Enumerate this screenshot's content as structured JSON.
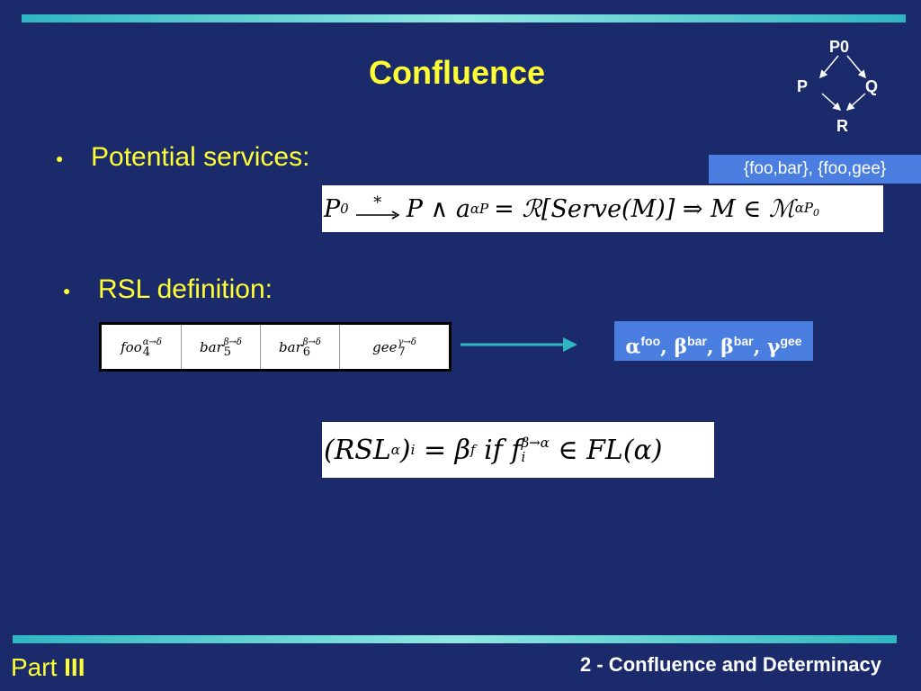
{
  "slide": {
    "title": "Confluence",
    "bullet1": "Potential services:",
    "bullet2": "RSL definition:",
    "bullet_glyph": "●"
  },
  "diagram": {
    "top": "P0",
    "left": "P",
    "right": "Q",
    "bottom": "R"
  },
  "set_box": "{foo,bar}, {foo,gee}",
  "formula1": {
    "p0": "P",
    "p0_sub": "0",
    "arrow_star": "*",
    "rest": "P ∧ a",
    "a_sub": "αP",
    "eq": "= ℛ[Serve(M)] ⇒ M ∈ ℳ",
    "m_sub": "αP",
    "m_sub_sub": "0"
  },
  "rsl_table": [
    {
      "name": "foo",
      "sup": "α→δ",
      "sub": "4"
    },
    {
      "name": "bar",
      "sup": "β→δ",
      "sub": "5"
    },
    {
      "name": "bar",
      "sup": "β→δ",
      "sub": "6"
    },
    {
      "name": "gee",
      "sup": "γ→δ",
      "sub": "7"
    }
  ],
  "greek_box": {
    "items": [
      {
        "sym": "α",
        "sup": "foo"
      },
      {
        "sym": "β",
        "sup": "bar"
      },
      {
        "sym": "β",
        "sup": "bar"
      },
      {
        "sym": "γ",
        "sup": "gee"
      }
    ]
  },
  "formula2": {
    "lhs": "(RSL",
    "lhs_sub": "α",
    "lhs_close": ")",
    "i_sub": "i",
    "eq": " = β",
    "beta_sup": "f",
    "if": " if f",
    "f_sup": "β→α",
    "f_sub": "i",
    "rhs": " ∈ FL(α)"
  },
  "footer": {
    "part_label": "Part ",
    "part_num": "III",
    "section": "2 - Confluence and Determinacy"
  },
  "colors": {
    "background": "#1b2a6b",
    "yellow": "#ffff33",
    "box_blue": "#4a7ee0",
    "teal": "#2fb6c2"
  }
}
